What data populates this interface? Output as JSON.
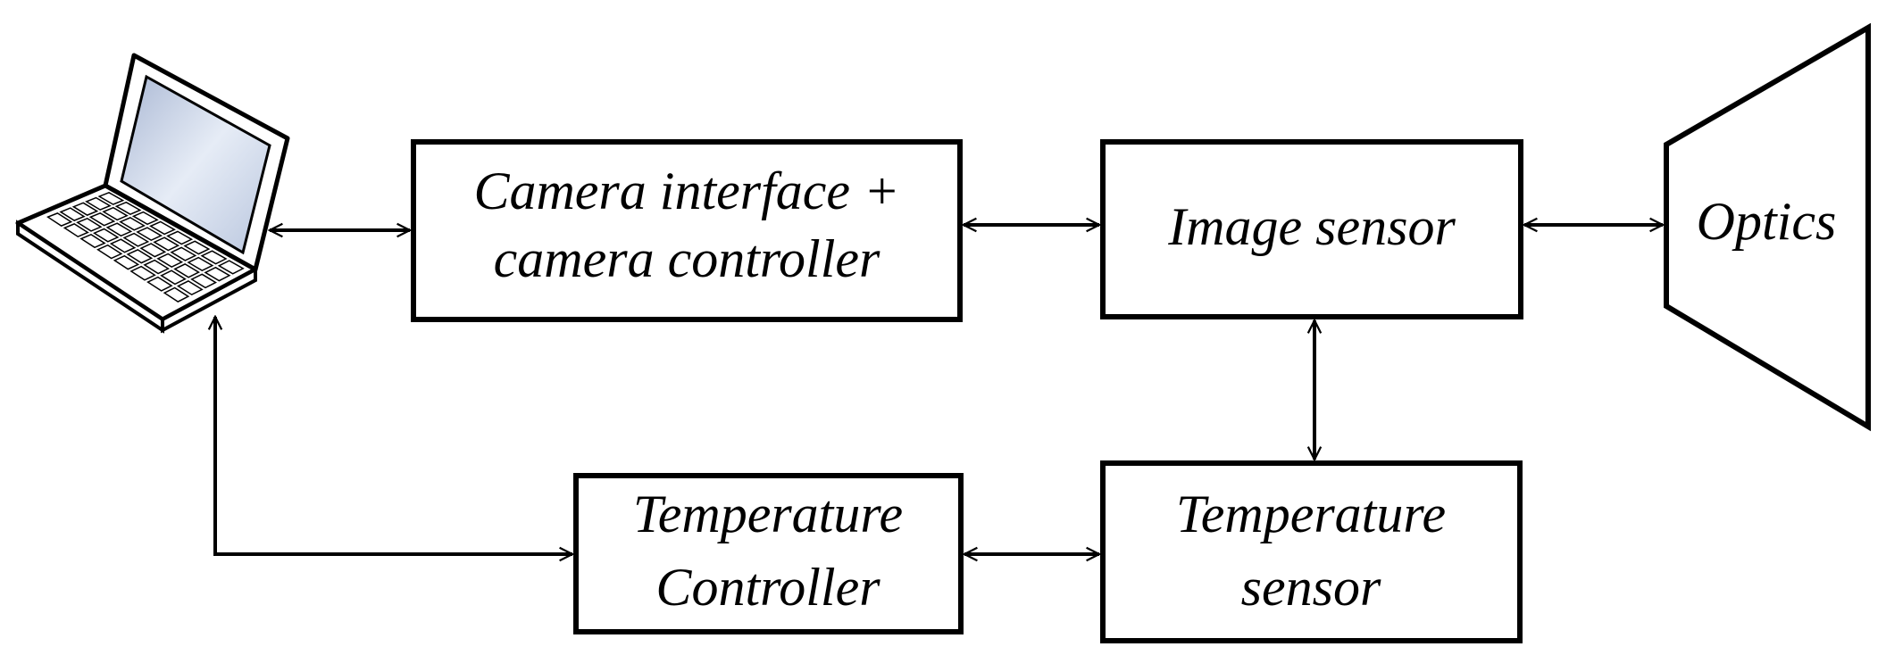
{
  "nodes": {
    "camera_interface": {
      "line1": "Camera interface +",
      "line2": "camera controller"
    },
    "image_sensor": {
      "line1": "Image sensor"
    },
    "optics": {
      "line1": "Optics"
    },
    "temp_controller": {
      "line1": "Temperature",
      "line2": "Controller"
    },
    "temp_sensor": {
      "line1": "Temperature",
      "line2": "sensor"
    }
  },
  "icons": {
    "computer": "laptop-icon"
  },
  "colors": {
    "stroke": "#000000",
    "screen": "#c8d3e6",
    "background": "#ffffff"
  }
}
